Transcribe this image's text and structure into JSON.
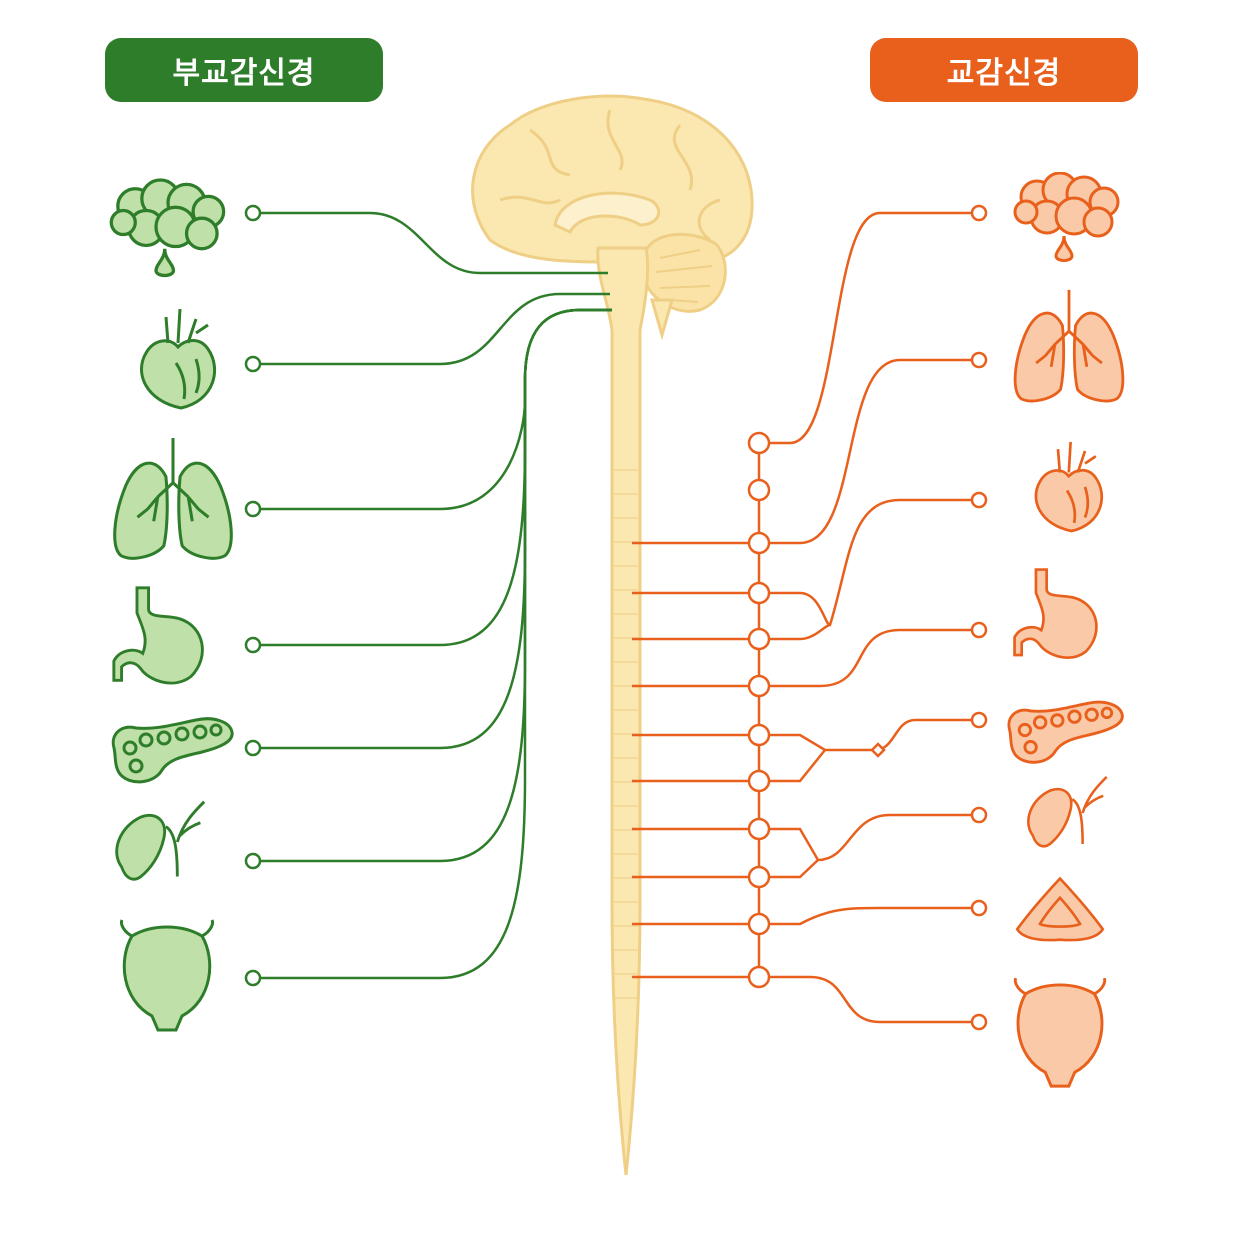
{
  "header": {
    "parasympathetic_label": "부교감신경",
    "sympathetic_label": "교감신경"
  },
  "colors": {
    "parasympathetic": "#2e7d2a",
    "parasympathetic_fill": "#bfe0a8",
    "sympathetic": "#e8601c",
    "sympathetic_fill": "#f9c9a8",
    "cns_fill": "#fbe7b0",
    "cns_stroke": "#efcf86"
  },
  "parasympathetic_organs": [
    {
      "icon": "salivary-gland-icon"
    },
    {
      "icon": "heart-icon"
    },
    {
      "icon": "lungs-icon"
    },
    {
      "icon": "stomach-icon"
    },
    {
      "icon": "pancreas-icon"
    },
    {
      "icon": "gallbladder-icon"
    },
    {
      "icon": "bladder-icon"
    }
  ],
  "sympathetic_organs": [
    {
      "icon": "salivary-gland-icon"
    },
    {
      "icon": "lungs-icon"
    },
    {
      "icon": "heart-icon"
    },
    {
      "icon": "stomach-icon"
    },
    {
      "icon": "pancreas-icon"
    },
    {
      "icon": "gallbladder-icon"
    },
    {
      "icon": "adrenal-gland-icon"
    },
    {
      "icon": "bladder-icon"
    }
  ],
  "central_nervous_system": {
    "icon": "brain-spinal-cord-icon"
  },
  "sympathetic_ganglia_count": 12
}
